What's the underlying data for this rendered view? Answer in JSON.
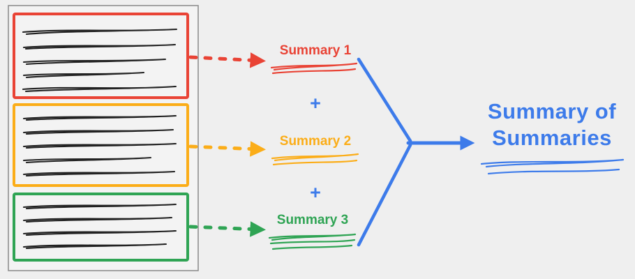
{
  "background": "#efefef",
  "palette": {
    "red": "#E94335",
    "orange": "#FBAD18",
    "green": "#2FA454",
    "blue": "#3D7BEA",
    "ink": "#222222",
    "frame": "#8f8f8f"
  },
  "summaries": [
    {
      "label": "Summary 1",
      "color": "#E94335"
    },
    {
      "label": "Summary 2",
      "color": "#FBAD18"
    },
    {
      "label": "Summary 3",
      "color": "#2FA454"
    }
  ],
  "operators": {
    "plus_top": "+",
    "plus_bottom": "+"
  },
  "result": {
    "line1": "Summary of",
    "line2": "Summaries",
    "color": "#3D7BEA"
  }
}
